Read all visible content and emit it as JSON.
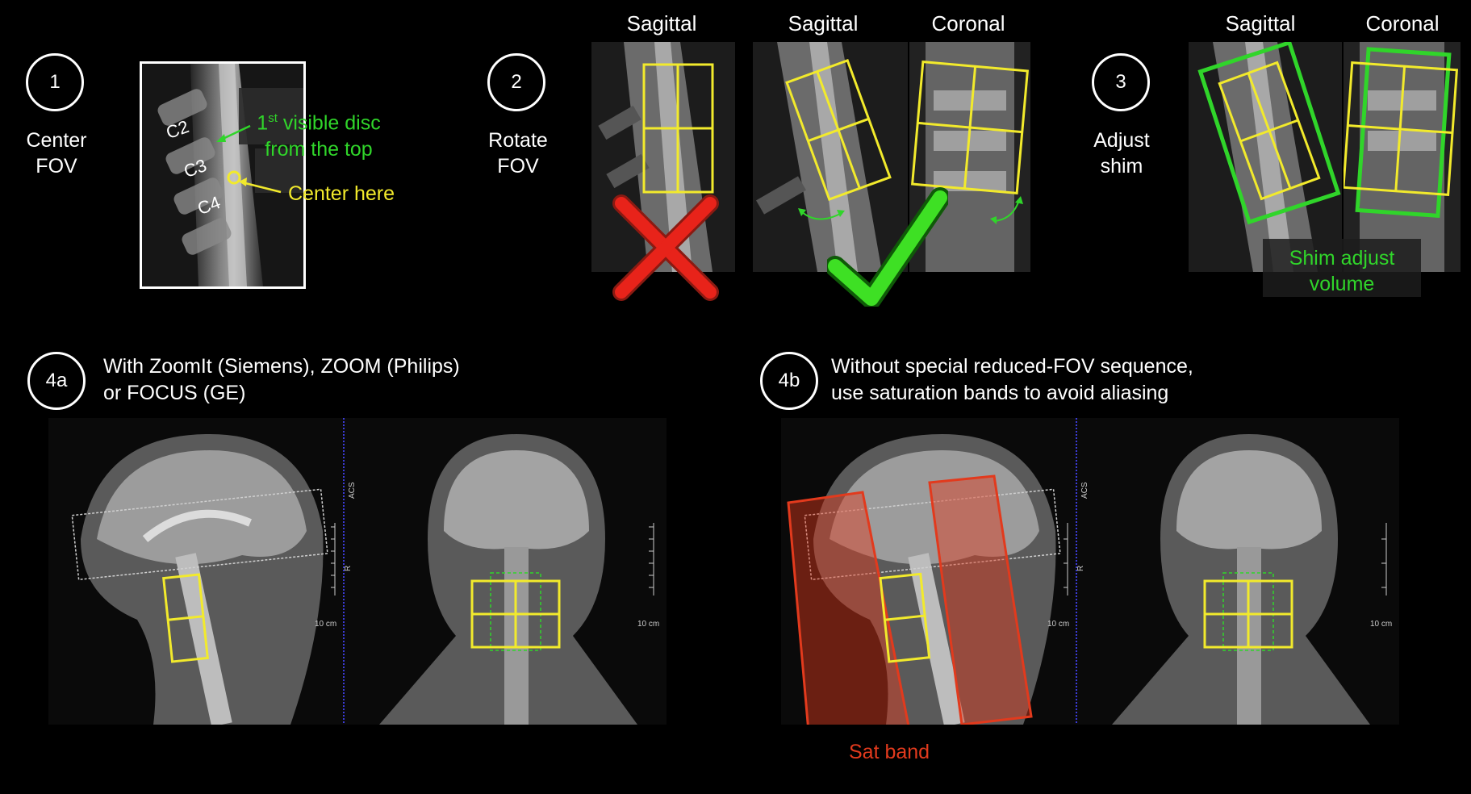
{
  "step1": {
    "number": "1",
    "label_line1": "Center",
    "label_line2": "FOV",
    "vertebrae": [
      "C2",
      "C3",
      "C4"
    ],
    "disc_note_sup_prefix": "1",
    "disc_note_sup": "st",
    "disc_note_line1_rest": " visible disc",
    "disc_note_line2": "from the top",
    "center_note": "Center here"
  },
  "step2": {
    "number": "2",
    "label_line1": "Rotate",
    "label_line2": "FOV",
    "titles": [
      "Sagittal",
      "Sagittal",
      "Coronal"
    ]
  },
  "step3": {
    "number": "3",
    "label_line1": "Adjust",
    "label_line2": "shim",
    "titles": [
      "Sagittal",
      "Coronal"
    ],
    "shim_note_line1": "Shim adjust",
    "shim_note_line2": "volume"
  },
  "step4a": {
    "number": "4a",
    "desc_line1": "With ZoomIt (Siemens), ZOOM (Philips)",
    "desc_line2": "or FOCUS (GE)",
    "ruler_orient": "ACS",
    "ruler_side": "R",
    "scale_left": "10 cm",
    "scale_right": "10 cm"
  },
  "step4b": {
    "number": "4b",
    "desc_line1": "Without special reduced-FOV sequence,",
    "desc_line2": "use saturation bands to avoid aliasing",
    "ruler_orient": "ACS",
    "ruler_side": "R",
    "scale_left": "10 cm",
    "scale_right": "10 cm",
    "sat_band_label": "Sat band"
  },
  "colors": {
    "fov_box": "#f2ea2c",
    "shim_box": "#30d52a",
    "sat_band": "#e23a1d",
    "cross": "#e8231a",
    "check": "#3ee024"
  },
  "icons": [
    "cross-icon",
    "checkmark-icon",
    "rotate-arrow-icon"
  ]
}
